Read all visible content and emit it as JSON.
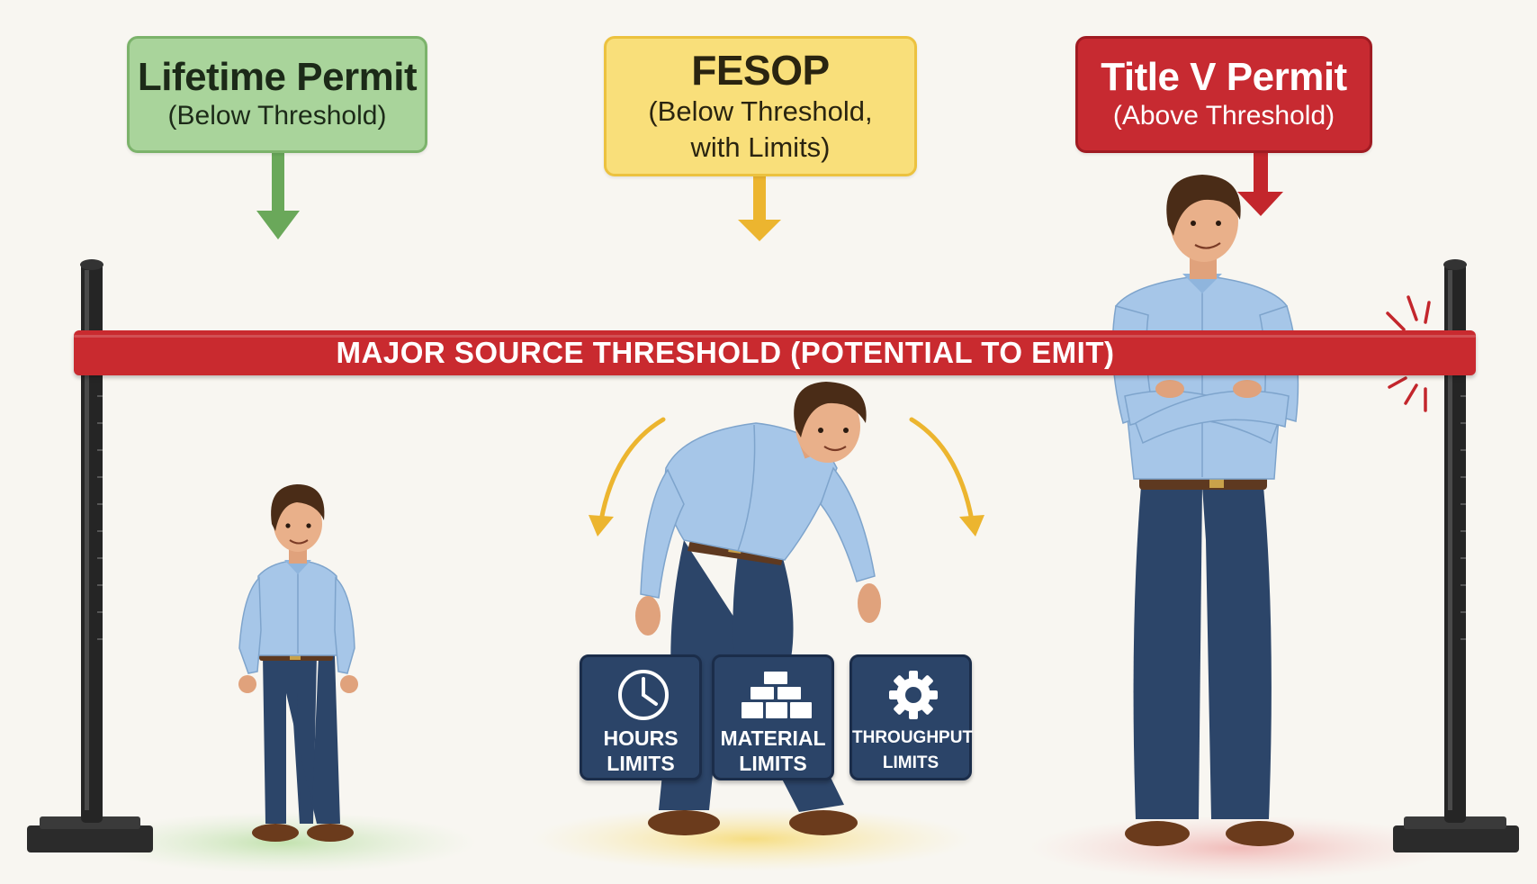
{
  "permits": {
    "lifetime": {
      "title": "Lifetime Permit",
      "subtitle": "(Below Threshold)",
      "color": "#a9d49b",
      "arrow_color": "#6aa85a"
    },
    "fesop": {
      "title": "FESOP",
      "subtitle_line1": "(Below Threshold,",
      "subtitle_line2": "with Limits)",
      "color": "#f9df7a",
      "arrow_color": "#ecb52f"
    },
    "titlev": {
      "title": "Title V Permit",
      "subtitle": "(Above Threshold)",
      "color": "#c72a31",
      "arrow_color": "#c3262c"
    }
  },
  "threshold": {
    "label": "MAJOR SOURCE THRESHOLD (POTENTIAL TO EMIT)",
    "color": "#c92a2f"
  },
  "limits": [
    {
      "line1": "HOURS",
      "line2": "LIMITS",
      "icon": "clock-icon"
    },
    {
      "line1": "MATERIAL",
      "line2": "LIMITS",
      "icon": "stacked-boxes-icon"
    },
    {
      "line1": "THROUGHPUT",
      "line2": "LIMITS",
      "icon": "gear-icon"
    }
  ],
  "figures": [
    {
      "role": "small-person-below-threshold"
    },
    {
      "role": "person-crouching-under-threshold"
    },
    {
      "role": "tall-person-above-threshold"
    }
  ],
  "colors": {
    "background": "#f8f6f1",
    "tile": "#2b4468",
    "shirt": "#a6c6e8",
    "jeans": "#2c4569",
    "post": "#2a2a2a"
  }
}
